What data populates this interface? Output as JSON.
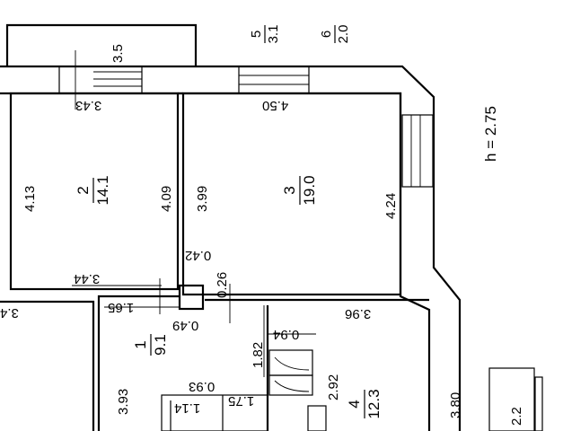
{
  "ceiling_height": "h = 2.75",
  "rooms": [
    {
      "number": "1",
      "area": "9.1"
    },
    {
      "number": "2",
      "area": "14.1"
    },
    {
      "number": "3",
      "area": "19.0"
    },
    {
      "number": "4",
      "area": "12.3"
    },
    {
      "number": "5",
      "area": "3.1"
    },
    {
      "number": "6",
      "area": "2.0"
    }
  ],
  "dimensions": {
    "balcony_35": "3.5",
    "room2_top": "3.43",
    "room3_top": "4.50",
    "room2_left": "4.13",
    "room2_right": "4.09",
    "room3_left": "3.99",
    "room3_right": "4.24",
    "room2_bottom": "3.44",
    "room3_bottom_a": "0.42",
    "room3_bottom_b": "0.26",
    "hall_a": "1.65",
    "hall_b": "0.49",
    "room4_top": "3.96",
    "closet_w": "0.94",
    "closet_h": "1.82",
    "room4_mid": "2.92",
    "room4_right": "3.80",
    "room1_left": "3.93",
    "bath_a": "0.93",
    "bath_b": "1.75",
    "bath_c": "1.14",
    "left_edge": "3.4",
    "right_edge": "2.2"
  }
}
